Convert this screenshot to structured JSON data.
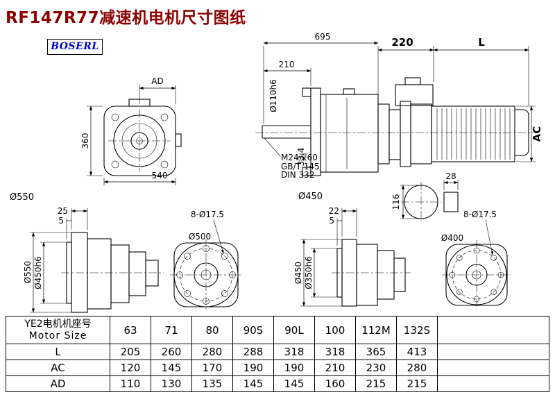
{
  "page": {
    "title": "RF147R77减速机电机尺寸图纸",
    "brand": "BOSERL"
  },
  "dims": {
    "ad": "AD",
    "d360": "360",
    "d540": "540",
    "d550_left": "Ø550",
    "d695": "695",
    "d210": "210",
    "d110": "Ø110h6",
    "m24": "M24深60",
    "gbt": "GB/T 145",
    "din": "DIN 332",
    "d334": "33.4",
    "d450_mid": "Ø450",
    "d220": "220",
    "dL": "L",
    "dAC": "AC",
    "d28": "28",
    "d116": "116",
    "bl": {
      "d25": "25",
      "d5": "5",
      "d550": "Ø550",
      "d450h6": "Ø450h6",
      "holes": "8-Ø17.5",
      "d500": "Ø500"
    },
    "bm": {
      "d22": "22",
      "d5": "5",
      "d450": "Ø450",
      "d350h6": "Ø350h6",
      "holes": "8-Ø17.5",
      "d400": "Ø400"
    }
  },
  "table": {
    "header": {
      "cn": "YE2电机机座号",
      "en": "Motor Size"
    },
    "sizes": [
      "63",
      "71",
      "80",
      "90S",
      "90L",
      "100",
      "112M",
      "132S"
    ],
    "rows": [
      {
        "label": "L",
        "values": [
          "205",
          "260",
          "280",
          "288",
          "318",
          "318",
          "365",
          "413"
        ]
      },
      {
        "label": "AC",
        "values": [
          "120",
          "145",
          "170",
          "190",
          "190",
          "210",
          "230",
          "280"
        ]
      },
      {
        "label": "AD",
        "values": [
          "110",
          "130",
          "135",
          "145",
          "145",
          "160",
          "215",
          "215"
        ]
      }
    ]
  }
}
